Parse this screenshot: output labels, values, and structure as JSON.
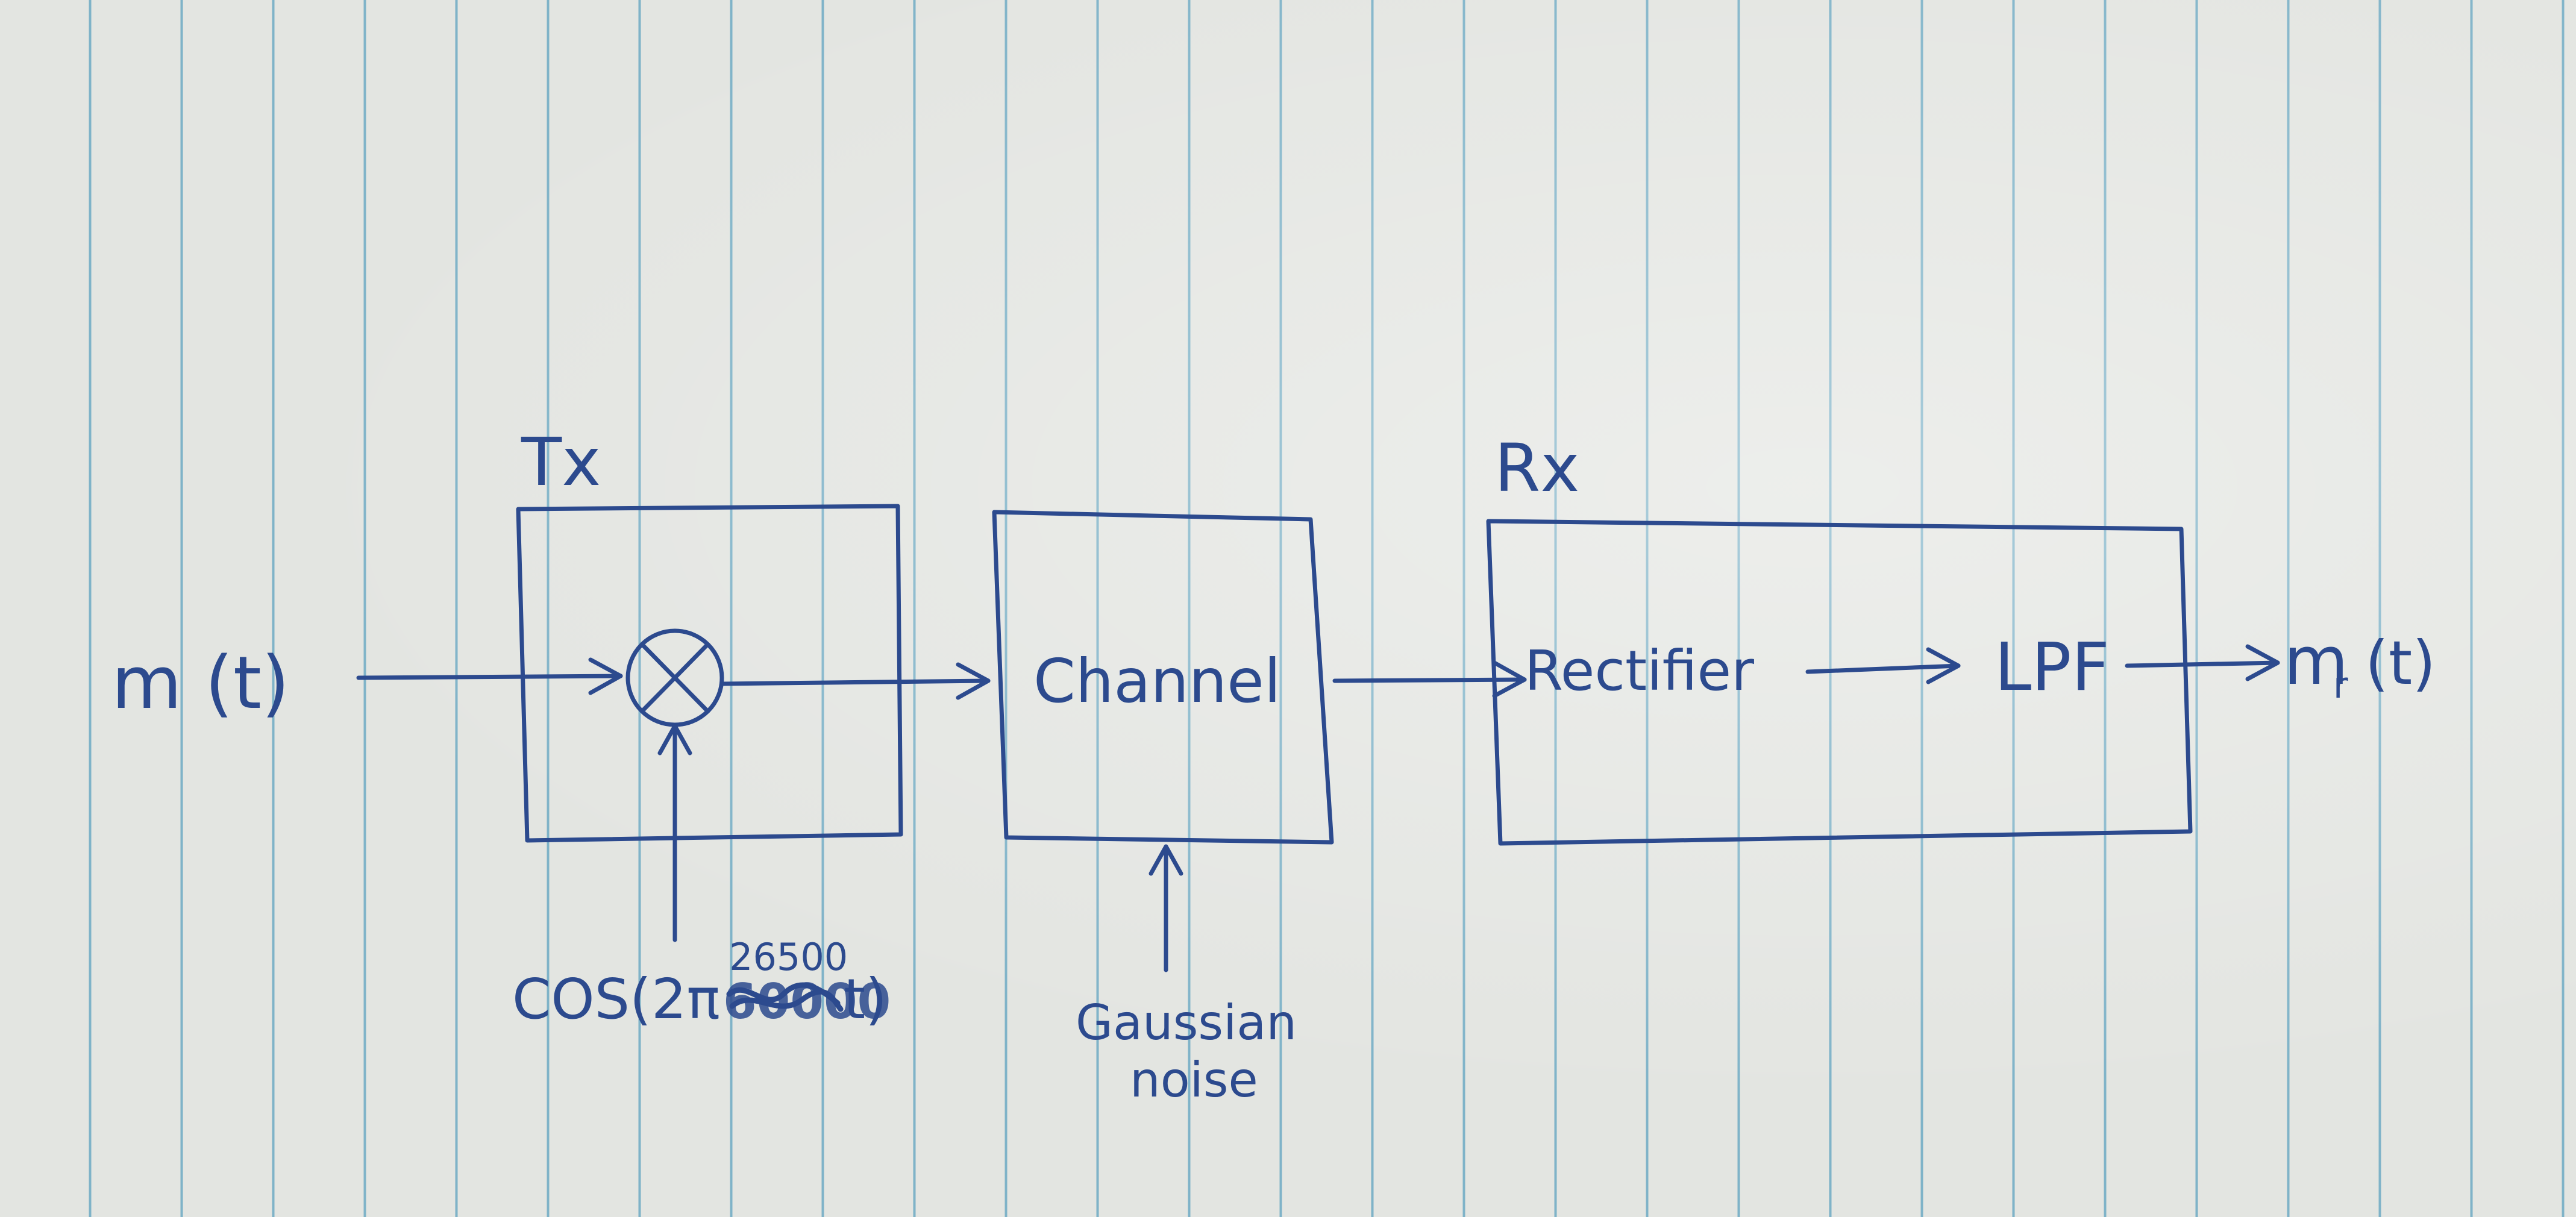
{
  "colors": {
    "ink": "#2c4a8e",
    "paper": "#e3e5e1",
    "rule_line": "#7fb3c8"
  },
  "blocks": {
    "tx": {
      "title": "Tx"
    },
    "channel": {
      "label": "Channel"
    },
    "rx": {
      "title": "Rx",
      "rectifier": "Rectifier",
      "lpf": "LPF"
    }
  },
  "signals": {
    "input": "m (t)",
    "output_main": "m",
    "output_sub": "r",
    "output_arg": "(t)",
    "carrier_main": "COS(2π",
    "carrier_freq": "26500",
    "carrier_scribble": "60000",
    "carrier_tail": "t)",
    "noise_line1": "Gaussian",
    "noise_line2": "noise"
  },
  "mixer_symbol": "multiplier-cross-circle"
}
